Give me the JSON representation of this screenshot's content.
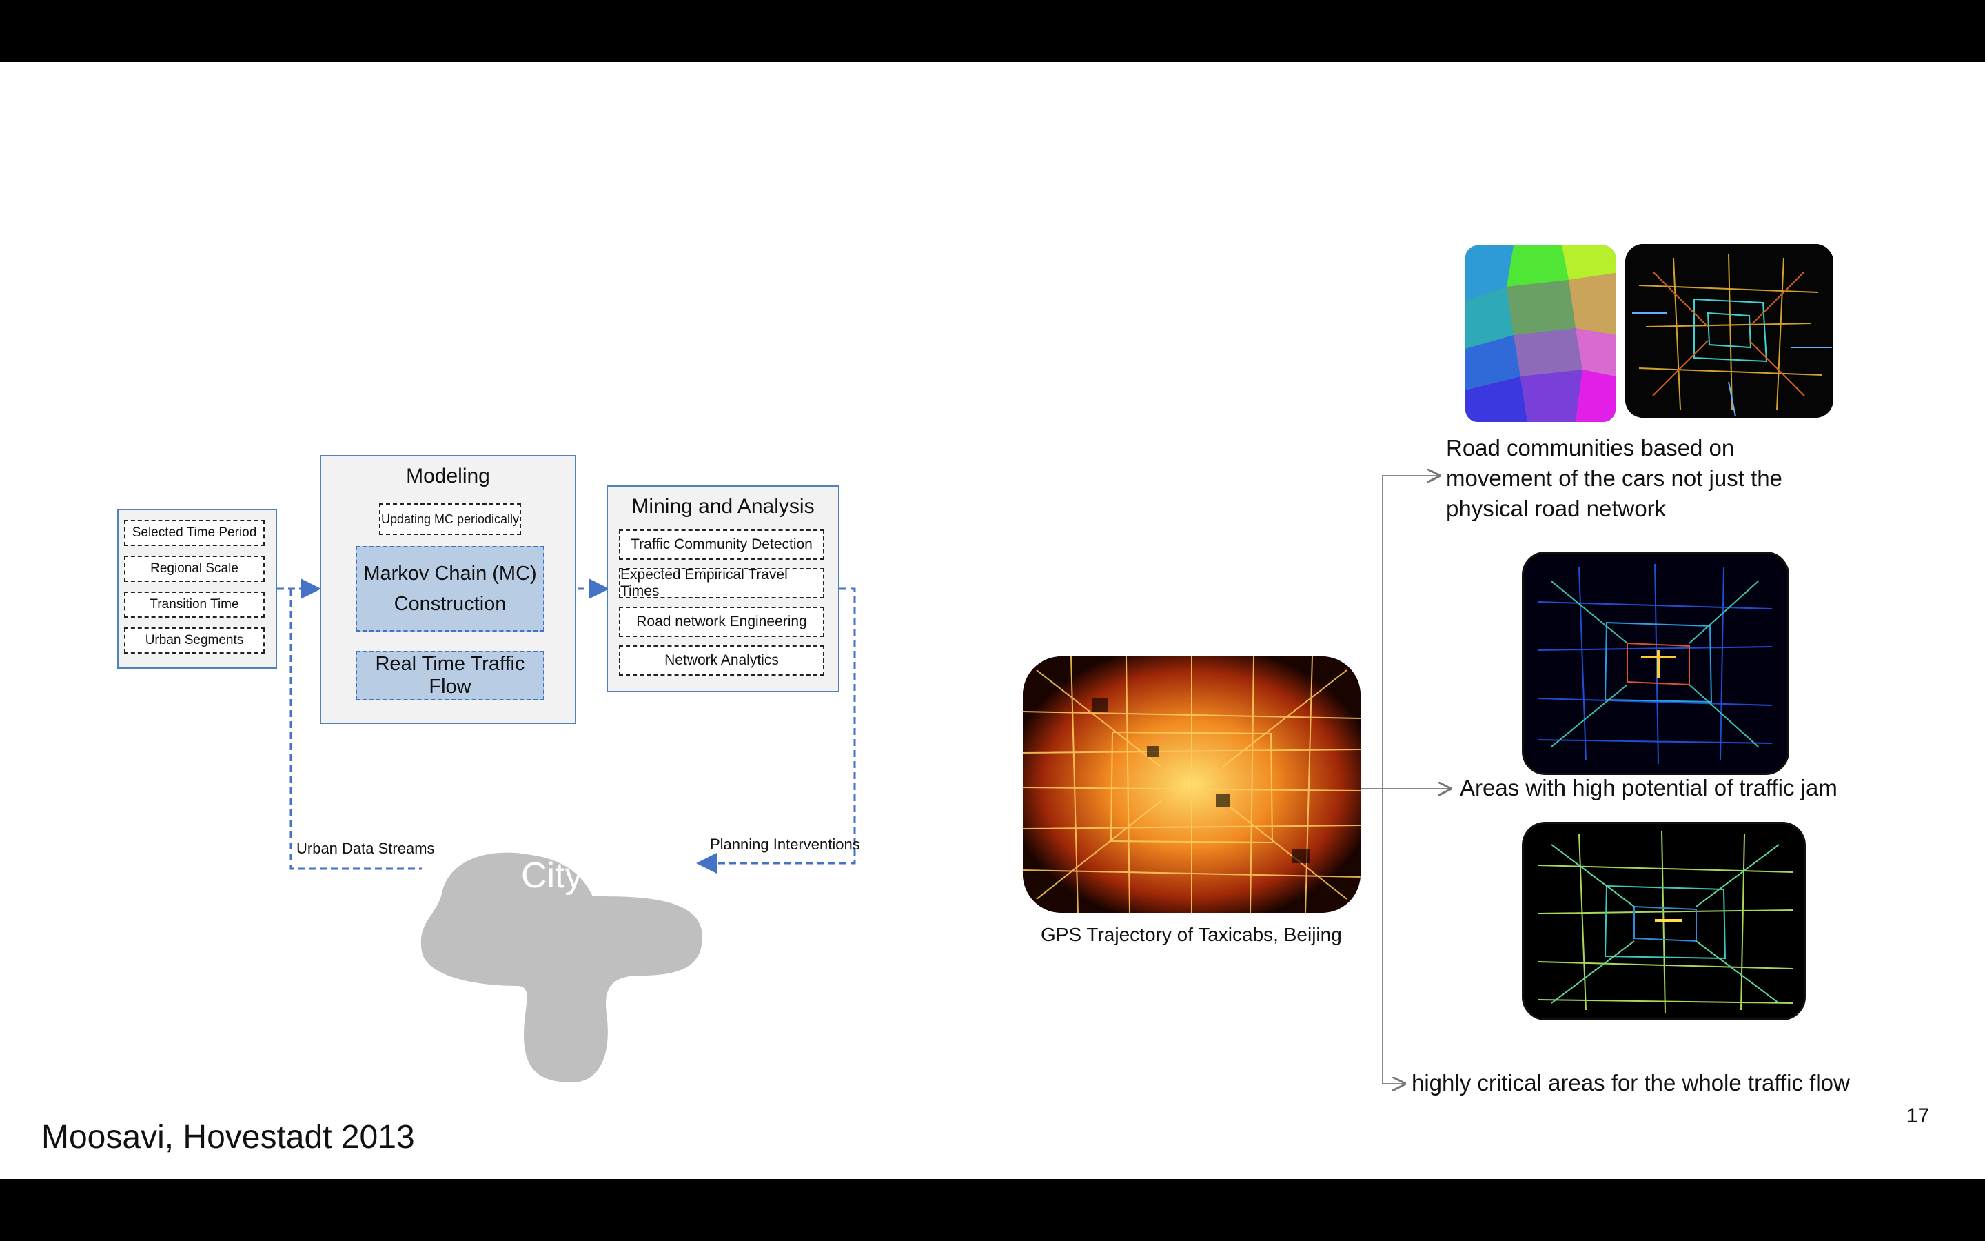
{
  "diagram": {
    "inputs": [
      "Selected Time Period",
      "Regional Scale",
      "Transition Time",
      "Urban Segments"
    ],
    "modeling": {
      "title": "Modeling",
      "update": "Updating MC periodically",
      "markov_line1": "Markov Chain (MC)",
      "markov_line2": "Construction",
      "realtime": "Real Time Traffic Flow"
    },
    "mining": {
      "title": "Mining and Analysis",
      "items": [
        "Traffic Community Detection",
        "Expected Empirical Travel Times",
        "Road network Engineering",
        "Network Analytics"
      ]
    },
    "city": "City",
    "urban_streams": "Urban Data Streams",
    "planning": "Planning Interventions"
  },
  "right": {
    "gps_caption": "GPS Trajectory of Taxicabs, Beijing",
    "communities_caption": "Road communities based on movement of the cars not just the physical road network",
    "jam_caption": "Areas with high potential of traffic jam",
    "critical_caption": "highly critical areas for the whole traffic flow"
  },
  "footer": {
    "citation": "Moosavi, Hovestadt 2013",
    "page_number": "17"
  },
  "colors": {
    "panel_border": "#4f81bd",
    "blue_fill": "#b8cce4",
    "arrow": "#4472c4"
  }
}
